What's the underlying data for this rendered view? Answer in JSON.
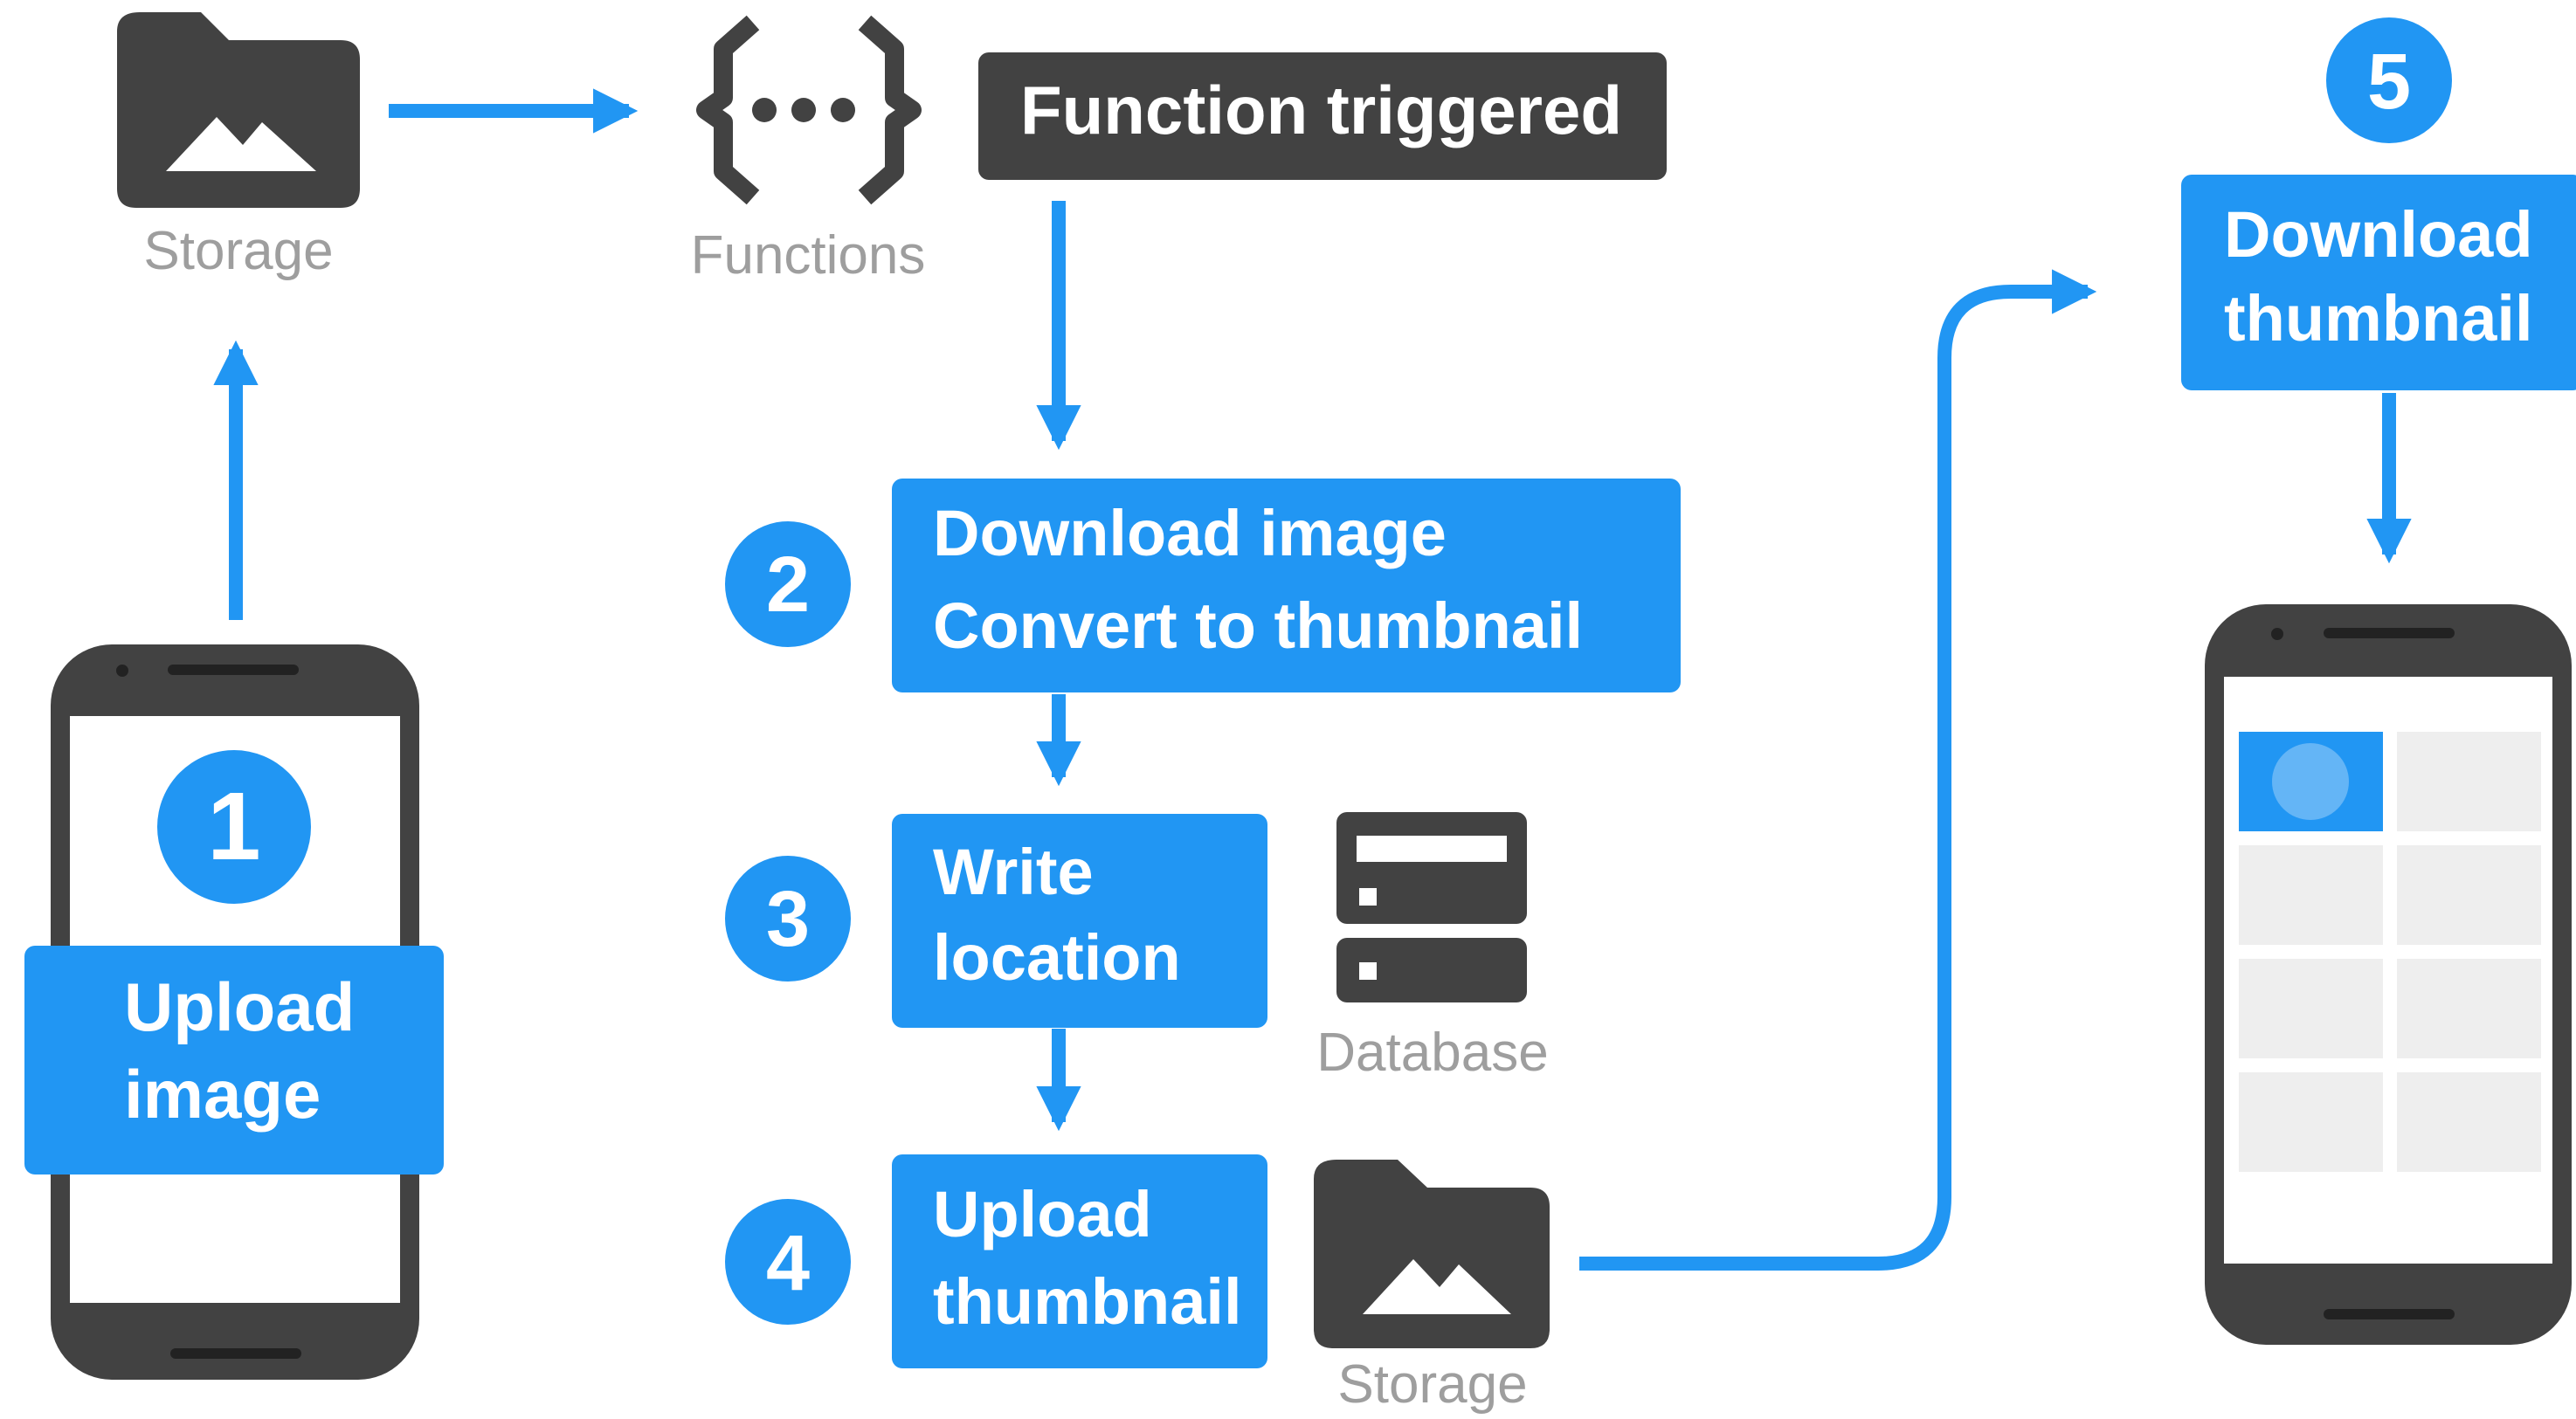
{
  "colors": {
    "accent": "#2196f3",
    "dark": "#424242",
    "grey_text": "#9e9e9e",
    "placeholder": "#eeeeee",
    "avatar": "#64b5f6"
  },
  "icons": {
    "storage_top": "storage-folder-icon",
    "functions": "functions-braces-icon",
    "database": "database-icon",
    "storage_bottom": "storage-folder-icon"
  },
  "labels": {
    "storage_top": "Storage",
    "functions": "Functions",
    "function_triggered": "Function triggered",
    "database": "Database",
    "storage_bottom": "Storage"
  },
  "steps": {
    "s1": {
      "number": "1",
      "line1": "Upload",
      "line2": "image"
    },
    "s2": {
      "number": "2",
      "line1": "Download image",
      "line2": "Convert to thumbnail"
    },
    "s3": {
      "number": "3",
      "line1": "Write",
      "line2": "location"
    },
    "s4": {
      "number": "4",
      "line1": "Upload",
      "line2": "thumbnail"
    },
    "s5": {
      "number": "5",
      "line1": "Download",
      "line2": "thumbnail"
    }
  }
}
